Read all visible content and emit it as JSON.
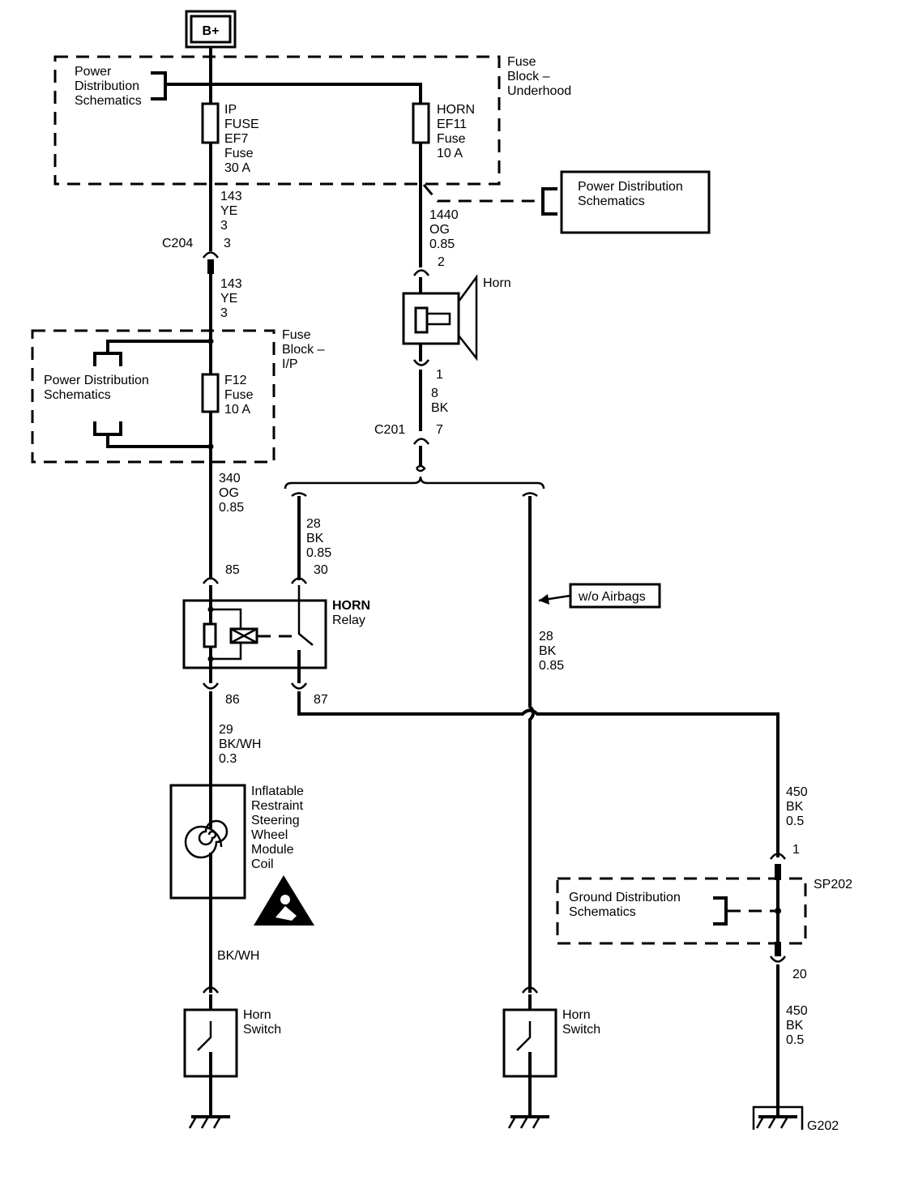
{
  "battery": "B+",
  "fuse_block_underhood": [
    "Fuse",
    "Block –",
    "Underhood"
  ],
  "fuse_block_ip": [
    "Fuse",
    "Block –",
    "I/P"
  ],
  "power_dist_1": [
    "Power",
    "Distribution",
    "Schematics"
  ],
  "power_dist_2": [
    "Power Distribution",
    "Schematics"
  ],
  "power_dist_3": [
    "Power Distribution",
    "Schematics"
  ],
  "ground_dist": [
    "Ground Distribution",
    "Schematics"
  ],
  "ip_fuse": [
    "IP",
    "FUSE",
    "EF7",
    "Fuse",
    "30 A"
  ],
  "horn_fuse": [
    "HORN",
    "EF11",
    "Fuse",
    "10 A"
  ],
  "f12_fuse": [
    "F12",
    "Fuse",
    "10 A"
  ],
  "wire_143_a": [
    "143",
    "YE",
    "3"
  ],
  "wire_143_b": [
    "143",
    "YE",
    "3"
  ],
  "c204": {
    "name": "C204",
    "pin": "3"
  },
  "wire_1440": [
    "1440",
    "OG",
    "0.85"
  ],
  "horn": {
    "label": "Horn",
    "pin_top": "2",
    "pin_bottom": "1"
  },
  "wire_8": [
    "8",
    "BK"
  ],
  "c201": {
    "name": "C201",
    "pin": "7"
  },
  "wire_340": [
    "340",
    "OG",
    "0.85"
  ],
  "wire_28_a": [
    "28",
    "BK",
    "0.85"
  ],
  "wire_28_b": [
    "28",
    "BK",
    "0.85"
  ],
  "horn_relay": {
    "label": [
      "HORN",
      "Relay"
    ],
    "pin_85": "85",
    "pin_30": "30",
    "pin_86": "86",
    "pin_87": "87"
  },
  "wo_airbags": "w/o Airbags",
  "wire_29": [
    "29",
    "BK/WH",
    "0.3"
  ],
  "coil_label": [
    "Inflatable",
    "Restraint",
    "Steering",
    "Wheel",
    "Module",
    "Coil"
  ],
  "bkwh": "BK/WH",
  "horn_switch_1": [
    "Horn",
    "Switch"
  ],
  "horn_switch_2": [
    "Horn",
    "Switch"
  ],
  "wire_450_a": [
    "450",
    "BK",
    "0.5"
  ],
  "wire_450_b": [
    "450",
    "BK",
    "0.5"
  ],
  "sp202": {
    "name": "SP202",
    "pin_top": "1",
    "pin_bottom": "20"
  },
  "ground": "G202"
}
